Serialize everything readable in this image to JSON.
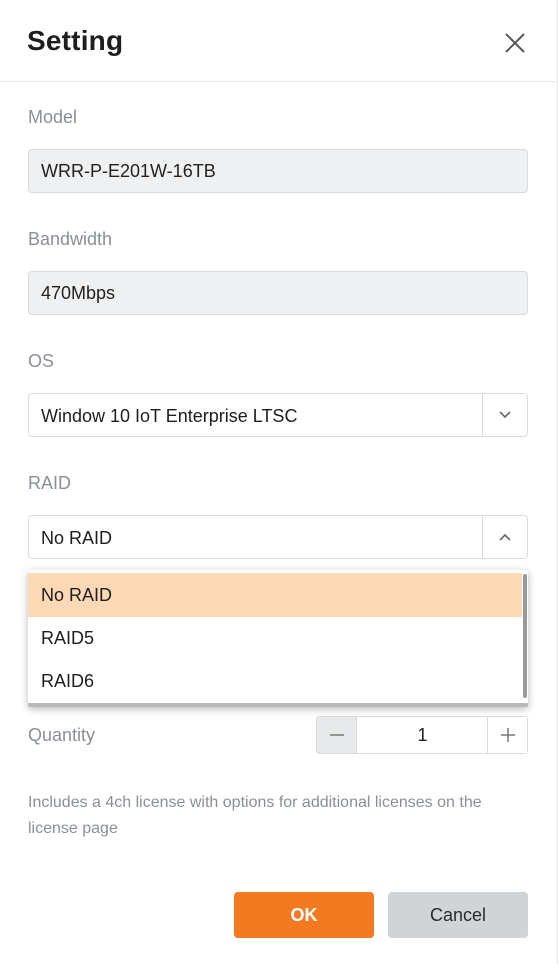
{
  "dialog": {
    "title": "Setting"
  },
  "model": {
    "label": "Model",
    "value": "WRR-P-E201W-16TB"
  },
  "bandwidth": {
    "label": "Bandwidth",
    "value": "470Mbps"
  },
  "os": {
    "label": "OS",
    "value": "Window 10 IoT Enterprise LTSC"
  },
  "raid": {
    "label": "RAID",
    "value": "No RAID",
    "options": [
      "No RAID",
      "RAID5",
      "RAID6"
    ],
    "selected_index": 0
  },
  "quantity": {
    "label": "Quantity",
    "value": "1"
  },
  "note": "Includes a 4ch license with options for additional licenses on the license page",
  "buttons": {
    "ok": "OK",
    "cancel": "Cancel"
  },
  "colors": {
    "accent": "#f47a22",
    "selected_option": "#fdd9b5",
    "cancel_bg": "#d0d4d7"
  },
  "icons": {
    "close": "close-icon",
    "os_chevron": "chevron-down-icon",
    "raid_chevron": "chevron-up-icon",
    "minus": "minus-icon",
    "plus": "plus-icon"
  }
}
